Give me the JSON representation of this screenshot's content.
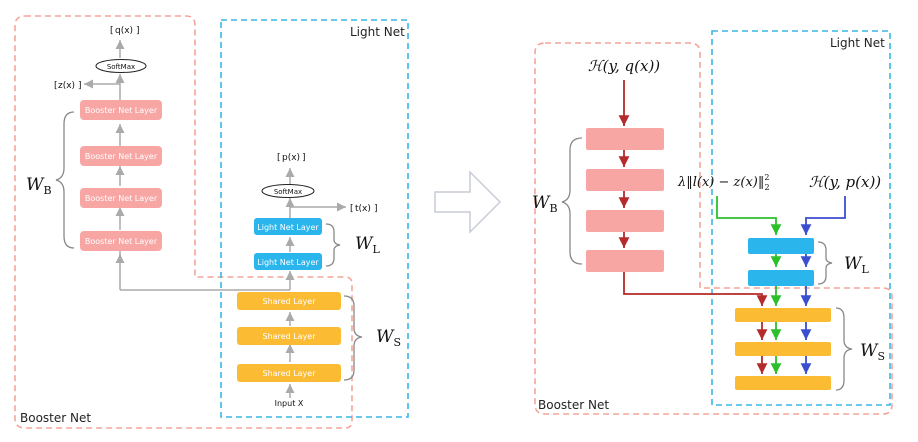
{
  "colors": {
    "booster": "#f7a6a3",
    "light": "#2ab5ec",
    "shared": "#fbbb33",
    "booster_border": "#f4a59b",
    "light_border": "#3ab6e6",
    "arrow_gray": "#aaaaaa",
    "arrow_red": "#b52a2a",
    "arrow_green": "#2bc02b",
    "arrow_blue": "#3a4fcf"
  },
  "left": {
    "booster_net_label": "Booster Net",
    "light_net_label": "Light Net",
    "booster_layers": [
      "Booster Net Layer",
      "Booster Net Layer",
      "Booster Net Layer",
      "Booster Net Layer"
    ],
    "light_layers": [
      "Light Net Layer",
      "Light Net Layer"
    ],
    "shared_layers": [
      "Shared Layer",
      "Shared Layer",
      "Shared Layer"
    ],
    "softmax_b": "SoftMax",
    "softmax_l": "SoftMax",
    "q_out": "q(x)",
    "z_out": "z(x)",
    "p_out": "p(x)",
    "t_out": "t(x)",
    "input": "Input X",
    "wb": "W",
    "wb_sub": "B",
    "wl": "W",
    "wl_sub": "L",
    "ws": "W",
    "ws_sub": "S"
  },
  "right": {
    "booster_net_label": "Booster Net",
    "light_net_label": "Light Net",
    "loss_b": "ℋ(y, q(x))",
    "loss_distill": "λ‖l(x) − z(x)‖",
    "loss_distill_sup": "2",
    "loss_distill_sub": "2",
    "loss_l": "ℋ(y, p(x))",
    "wb": "W",
    "wb_sub": "B",
    "wl": "W",
    "wl_sub": "L",
    "ws": "W",
    "ws_sub": "S"
  }
}
